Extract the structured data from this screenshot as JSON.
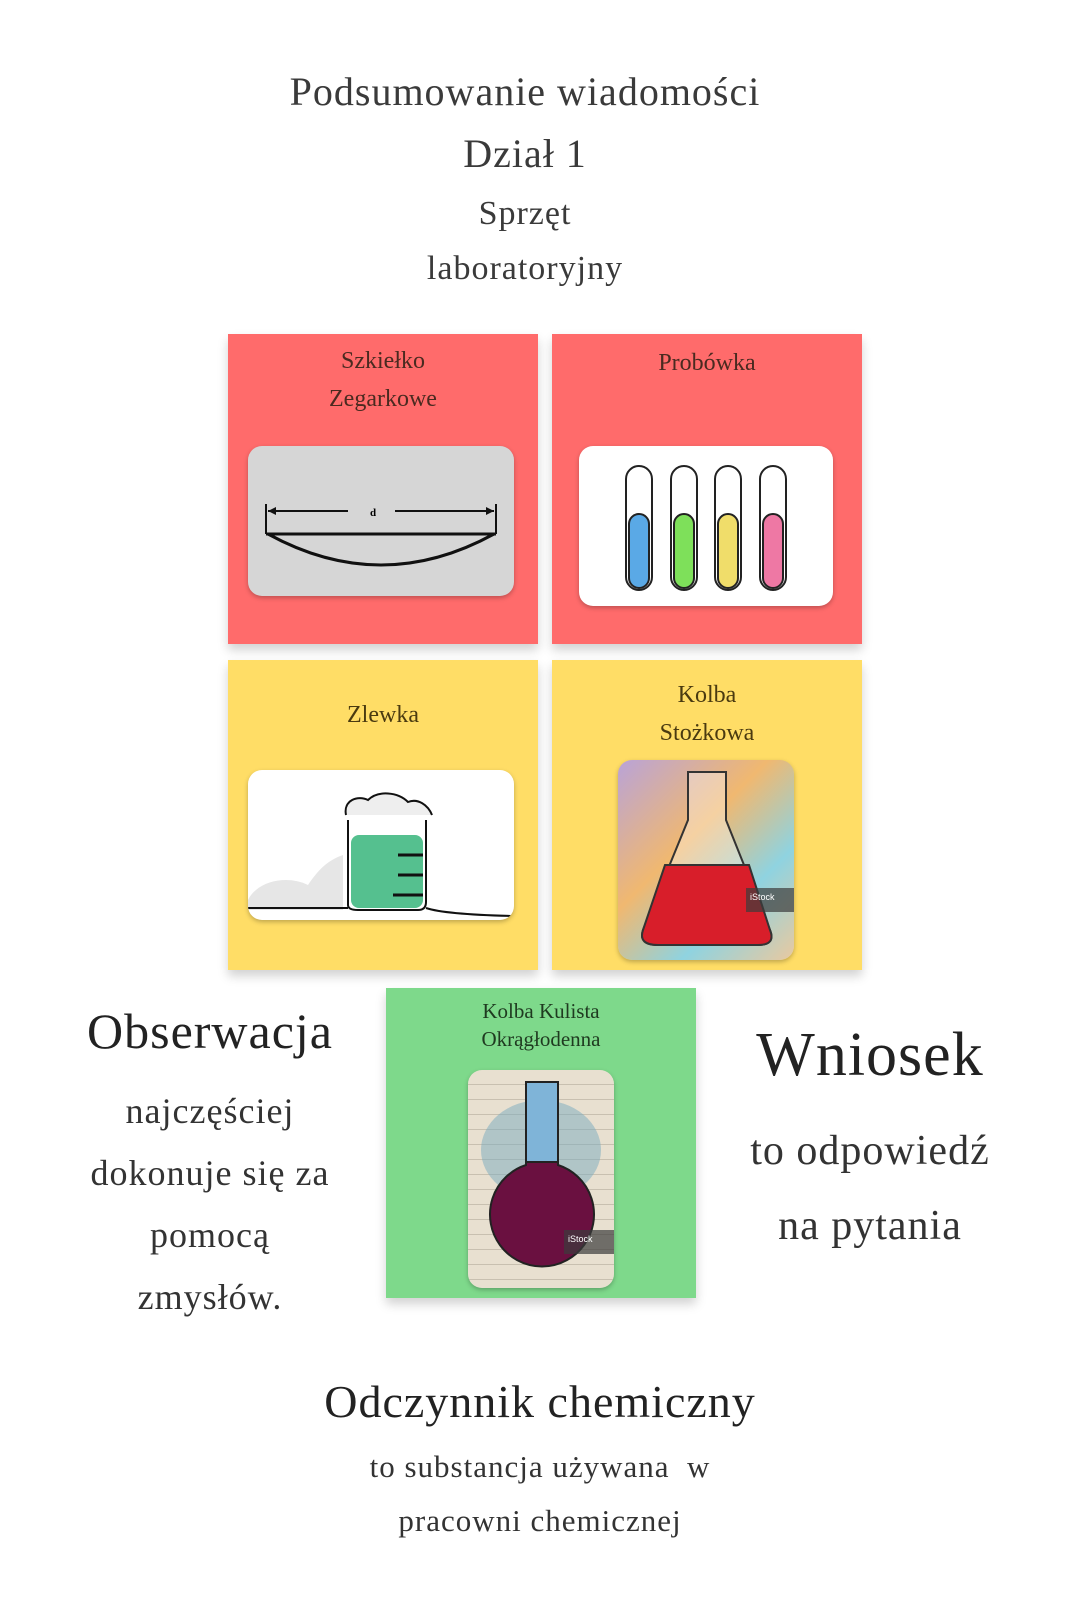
{
  "header": {
    "line1": "Podsumowanie wiadomości",
    "line2": "Dział 1",
    "line3": "Sprzęt",
    "line4": "laboratoryjny"
  },
  "cards": [
    {
      "title_lines": [
        "Szkiełko",
        "Zegarkowe"
      ],
      "color": "#ff6b6b",
      "image_caption": "d"
    },
    {
      "title_lines": [
        "Probówka"
      ],
      "color": "#ff6b6b"
    },
    {
      "title_lines": [
        "Zlewka"
      ],
      "color": "#ffdd66"
    },
    {
      "title_lines": [
        "Kolba",
        "Stożkowa"
      ],
      "color": "#ffdd66",
      "watermark": "iStock"
    },
    {
      "title_lines": [
        "Kolba Kulista",
        "Okrągłodenna"
      ],
      "color": "#7ed98b",
      "watermark": "iStock"
    }
  ],
  "observation": {
    "title": "Obserwacja",
    "lines": [
      "najczęściej",
      "dokonuje się za",
      "pomocą",
      "zmysłów."
    ]
  },
  "conclusion": {
    "title": "Wniosek",
    "lines": [
      "to odpowiedź",
      "na pytania"
    ]
  },
  "reagent": {
    "title": "Odczynnik chemiczny",
    "lines": [
      "to substancja używana  w",
      "pracowni chemicznej"
    ]
  }
}
